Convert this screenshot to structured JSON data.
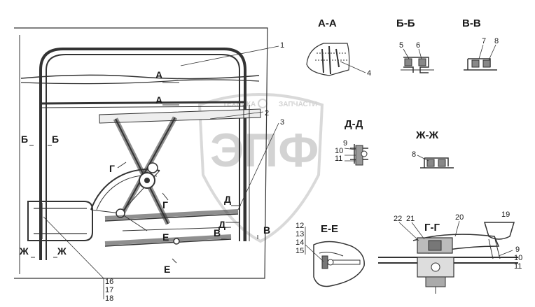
{
  "sections": {
    "a_a": "А-А",
    "b_b": "Б-Б",
    "v_v": "В-В",
    "d_d": "Д-Д",
    "zh_zh": "Ж-Ж",
    "g_g": "Г-Г",
    "e_e": "Е-Е"
  },
  "cut_letters": {
    "a": "А",
    "b": "Б",
    "v": "В",
    "g": "Г",
    "d": "Д",
    "e": "Е",
    "zh": "Ж"
  },
  "parts": [
    "1",
    "2",
    "3",
    "4",
    "5",
    "6",
    "7",
    "8",
    "9",
    "10",
    "11",
    "12",
    "13",
    "14",
    "15",
    "16",
    "17",
    "18",
    "19",
    "20",
    "21",
    "22"
  ],
  "watermark": {
    "brand": "ЭПФ",
    "slogan": "ТЕХНИКА",
    "slogan2": "ЗАПЧАСТИ"
  },
  "colors": {
    "ink": "#333333",
    "watermark": "#c9c9c9"
  }
}
